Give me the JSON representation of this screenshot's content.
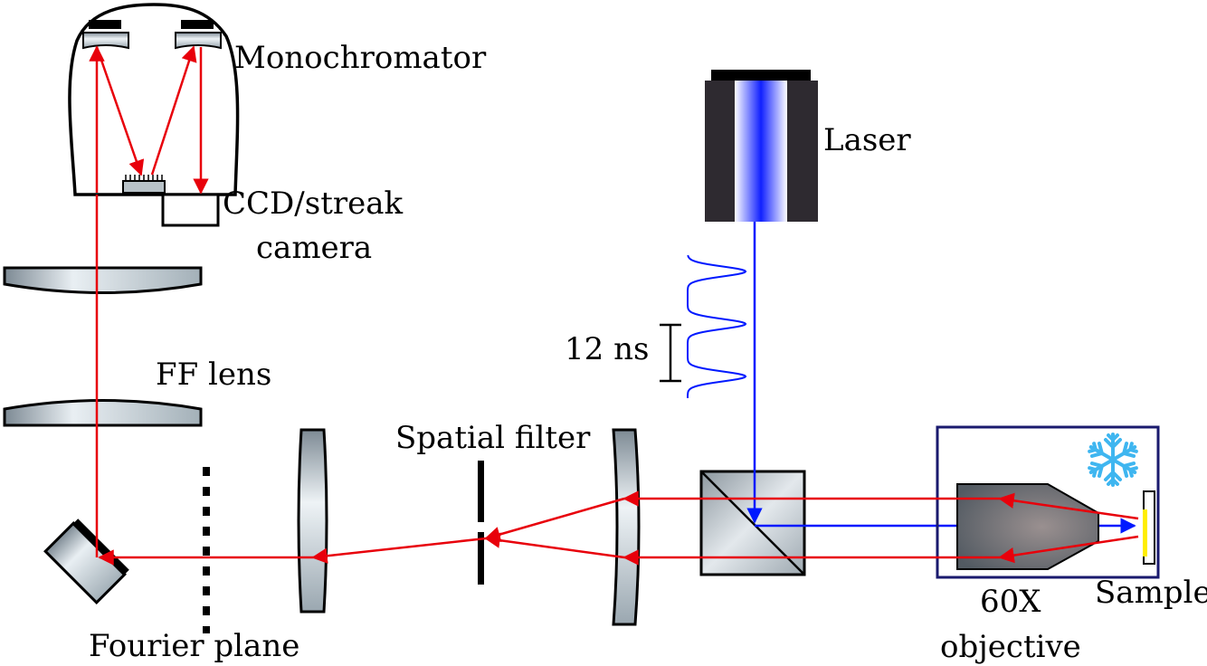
{
  "labels": {
    "monochromator": "Monochromator",
    "ccd_line1": "CCD/streak",
    "ccd_line2": "camera",
    "laser": "Laser",
    "pulse_period": "12 ns",
    "ff_lens": "FF lens",
    "spatial_filter": "Spatial filter",
    "fourier_plane": "Fourier plane",
    "objective_line1": "60X",
    "objective_line2": "objective",
    "sample": "Sample"
  },
  "colors": {
    "emission_beam": "#e8000b",
    "excitation_beam": "#0019ff",
    "outline": "#000000",
    "cryostat_box": "#1a1a6e",
    "snowflake": "#3fb6f0",
    "sample": "#ffee00"
  },
  "icons": [
    "snowflake-icon"
  ]
}
